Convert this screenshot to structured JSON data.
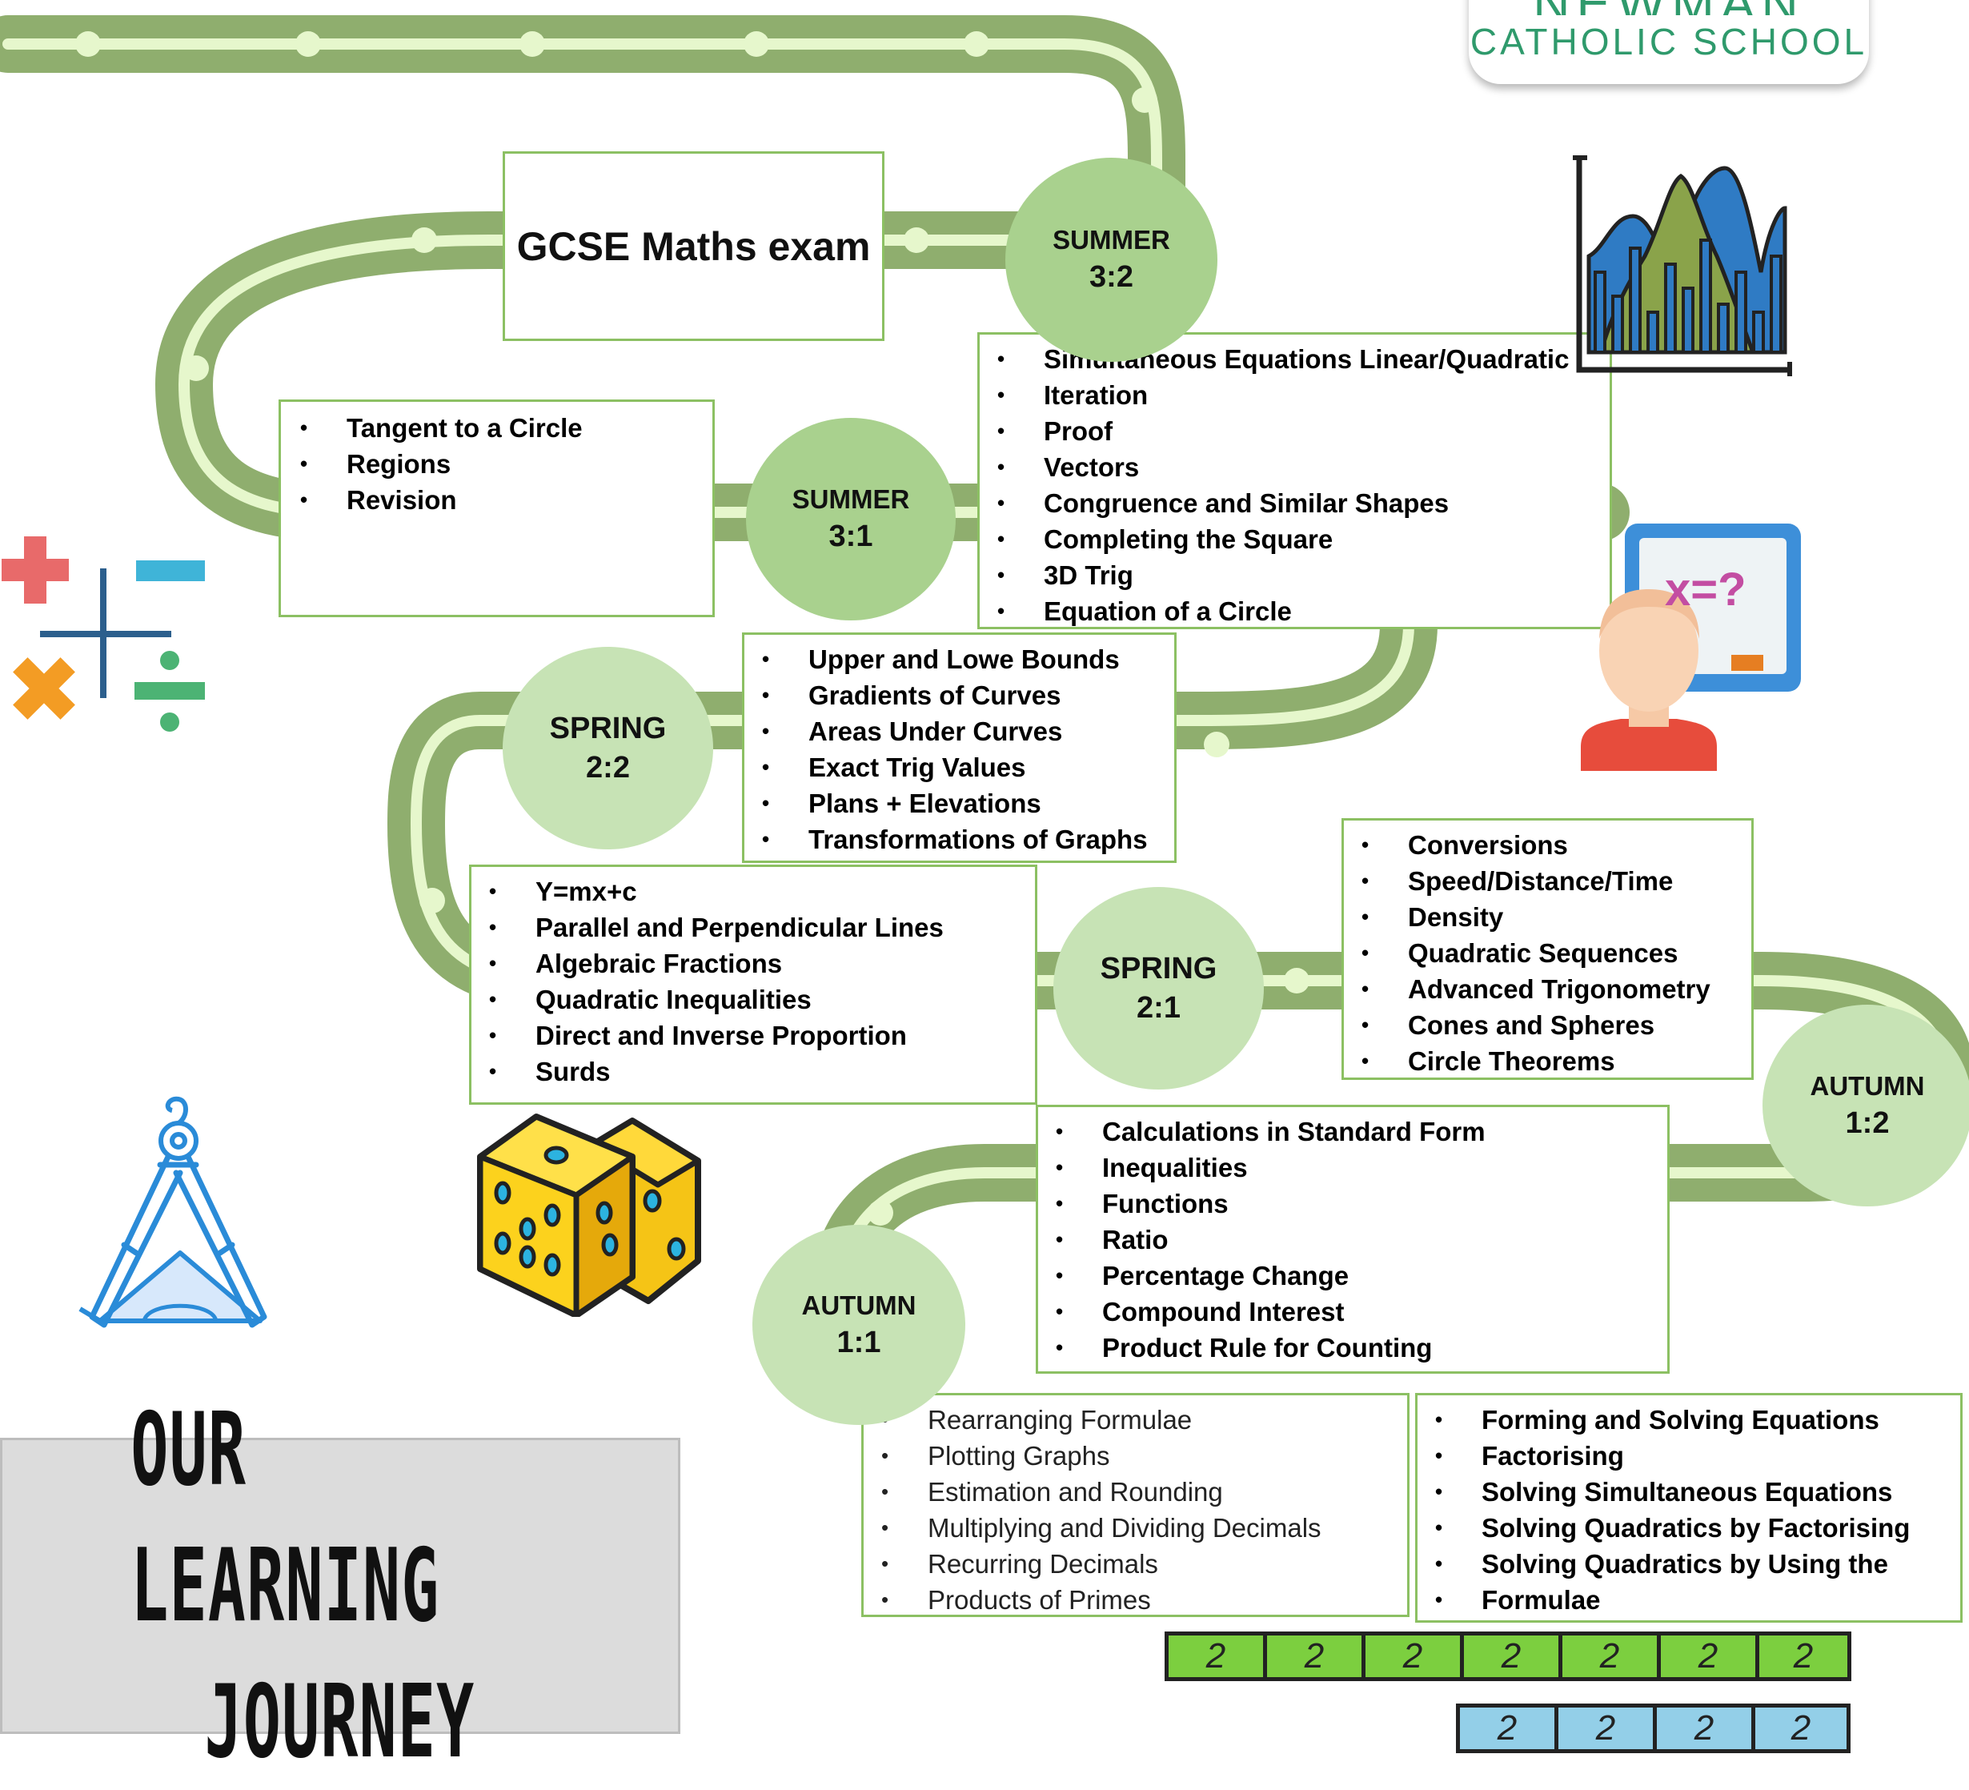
{
  "logo": {
    "name": "NEWMAN",
    "subtitle": "CATHOLIC SCHOOL"
  },
  "exam": {
    "title": "GCSE Maths exam"
  },
  "badges": {
    "summer_3_2": {
      "line1": "SUMMER",
      "line2": "3:2"
    },
    "summer_3_1": {
      "line1": "SUMMER",
      "line2": "3:1"
    },
    "spring_2_2": {
      "line1": "SPRING",
      "line2": "2:2"
    },
    "spring_2_1": {
      "line1": "SPRING",
      "line2": "2:1"
    },
    "autumn_1_2": {
      "line1": "AUTUMN",
      "line2": "1:2"
    },
    "autumn_1_1": {
      "line1": "AUTUMN",
      "line2": "1:1"
    }
  },
  "topics": {
    "summer_3_2": [
      "Simultaneous Equations Linear/Quadratic",
      "Iteration",
      "Proof",
      "Vectors",
      "Congruence and Similar Shapes",
      "Completing the Square",
      "3D Trig",
      "Equation of a Circle"
    ],
    "summer_3_1": [
      "Tangent to a Circle",
      "Regions",
      "Revision"
    ],
    "spring_2_2_upper": [
      "Upper and Lowe Bounds",
      "Gradients of Curves",
      "Areas Under Curves",
      "Exact Trig Values",
      "Plans + Elevations",
      "Transformations of Graphs"
    ],
    "spring_2_2_lower": [
      "Y=mx+c",
      "Parallel and Perpendicular Lines",
      "Algebraic Fractions",
      "Quadratic Inequalities",
      "Direct and Inverse Proportion",
      "Surds"
    ],
    "spring_2_1": [
      "Conversions",
      "Speed/Distance/Time",
      "Density",
      "Quadratic Sequences",
      "Advanced Trigonometry",
      "Cones and Spheres",
      "Circle Theorems"
    ],
    "autumn_1_2": [
      "Calculations in Standard Form",
      "Inequalities",
      "Functions",
      "Ratio",
      "Percentage Change",
      "Compound Interest",
      "Product Rule for Counting"
    ],
    "autumn_1_1_left": [
      " Rearranging Formulae",
      "Plotting Graphs",
      "Estimation and Rounding",
      "Multiplying and Dividing Decimals",
      "Recurring Decimals",
      "Products of Primes"
    ],
    "autumn_1_1_right": [
      "Forming and Solving Equations",
      "Factorising",
      "Solving Simultaneous Equations",
      "Solving Quadratics by Factorising",
      "Solving Quadratics by Using the",
      "Formulae"
    ]
  },
  "banner": {
    "line1": "OUR LEARNING",
    "line2": "JOURNEY"
  },
  "bar_model": {
    "green": [
      "2",
      "2",
      "2",
      "2",
      "2",
      "2",
      "2"
    ],
    "blue": [
      "2",
      "2",
      "2",
      "2"
    ]
  },
  "algebra_icon": {
    "text": "x=?"
  },
  "colors": {
    "road": "#8fae6e",
    "road_line": "#e6f7cc",
    "accent": "#8cc063",
    "badge": "#a9d18e",
    "logo": "#2f9a6c"
  },
  "icons": [
    "road-path",
    "math-operators-icon",
    "bar-chart-icon",
    "teacher-board-icon",
    "dice-icon",
    "compass-icon"
  ]
}
